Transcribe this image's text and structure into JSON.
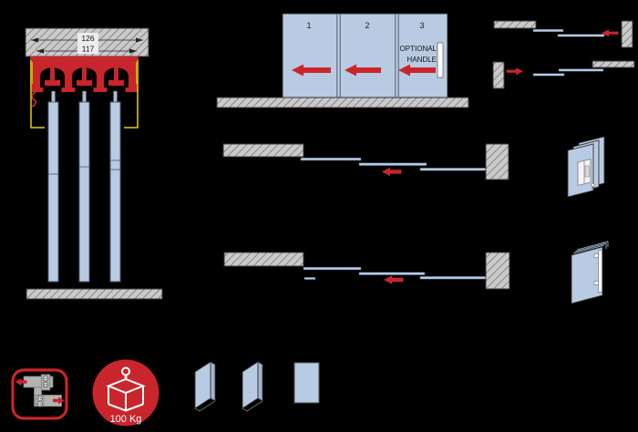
{
  "colors": {
    "background": "#000000",
    "panel_blue": "#b8cbe2",
    "panel_border": "#4a5f75",
    "hatch_fill": "#cacaca",
    "hatch_line": "#6e6e6e",
    "hatch_border": "#3a3a3a",
    "accent_red": "#c9252c",
    "profile_yellow": "#c2b000",
    "handle_white": "#ffffff"
  },
  "cross_section": {
    "dimension_outer": "126",
    "dimension_inner": "117",
    "panel_count": 3
  },
  "elevation": {
    "panel_labels": [
      "1",
      "2",
      "3"
    ],
    "optional_handle": {
      "line1": "OPTIONAL",
      "line2": "HANDLE"
    },
    "slide_direction": "left"
  },
  "badges": {
    "load_capacity": "100 Kg"
  },
  "legend_icons": [
    {
      "name": "simultaneous-movement-icon"
    },
    {
      "name": "load-capacity-icon"
    },
    {
      "name": "wood-panel-slab-icon"
    },
    {
      "name": "wood-panel-slab-icon"
    },
    {
      "name": "flat-panel-icon"
    }
  ]
}
